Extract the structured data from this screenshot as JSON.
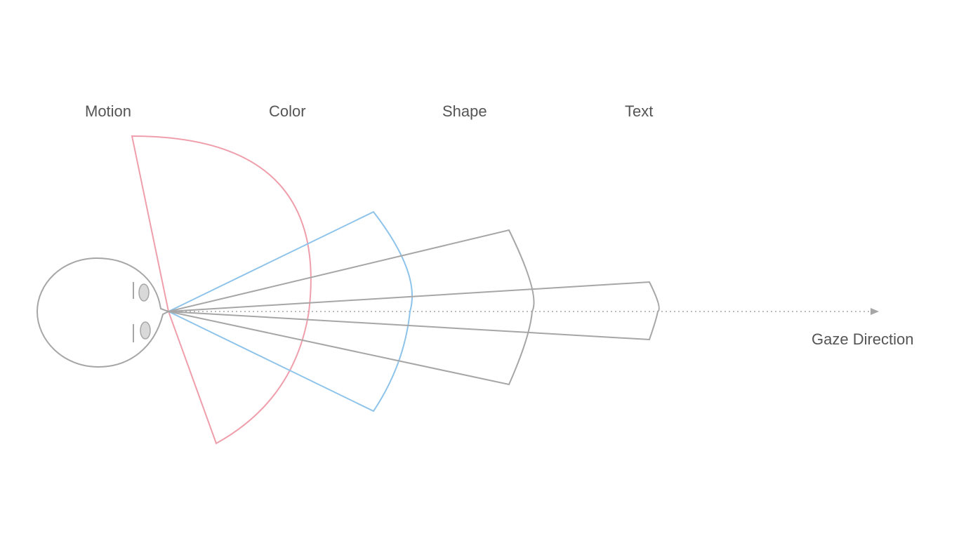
{
  "diagram": {
    "field_labels": {
      "motion": "Motion",
      "color": "Color",
      "shape": "Shape",
      "text": "Text"
    },
    "gaze_label": "Gaze Direction",
    "colors": {
      "motion": "#ef9fab",
      "color": "#8ec3ea",
      "shape": "#a6a6a6",
      "text": "#a6a6a6",
      "head": "#a6a6a6",
      "label": "#555555"
    }
  }
}
